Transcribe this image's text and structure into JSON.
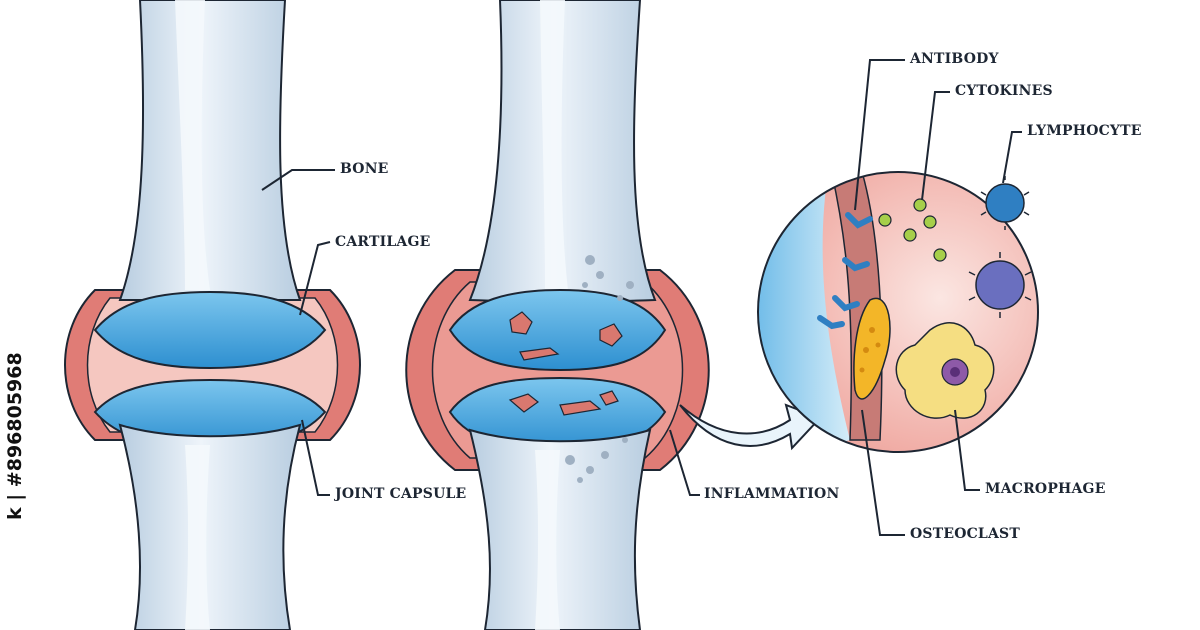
{
  "labels": {
    "bone": "BONE",
    "cartilage": "CARTILAGE",
    "joint_capsule": "JOINT CAPSULE",
    "inflammation": "INFLAMMATION",
    "antibody": "ANTIBODY",
    "cytokines": "CYTOKINES",
    "lymphocyte": "LYMPHOCYTE",
    "macrophage": "MACROPHAGE",
    "osteoclast": "OSTEOCLAST"
  },
  "stock_id": "k | #896805968",
  "colors": {
    "bone": "#c5d6e6",
    "bone_highlight": "#e9f1f8",
    "cartilage": "#4aa6df",
    "capsule": "#e07c76",
    "capsule_light": "#f5c7c0",
    "outline": "#1d2633",
    "magnified_bg": "#f2a9a2",
    "damage": "#d9786f",
    "osteoclast": "#f3b628",
    "macrophage": "#f5de82",
    "lymphocyte": "#2f7fc2",
    "macrophage_dark": "#6a6fbf",
    "cytokine": "#a6cf4a"
  }
}
